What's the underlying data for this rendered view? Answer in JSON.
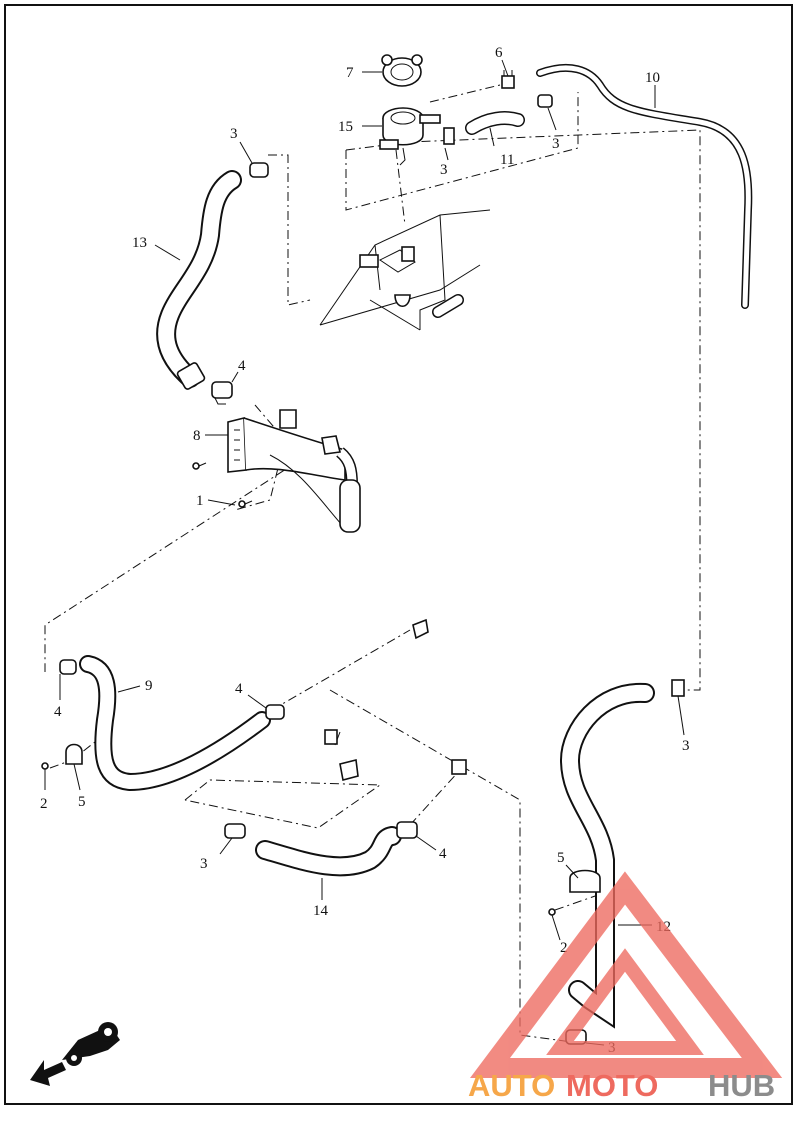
{
  "callouts": [
    {
      "id": "c7a",
      "text": "7"
    },
    {
      "id": "c6a",
      "text": "6"
    },
    {
      "id": "c10a",
      "text": "10"
    },
    {
      "id": "c15a",
      "text": "15"
    },
    {
      "id": "c3a",
      "text": "3"
    },
    {
      "id": "c3b",
      "text": "3"
    },
    {
      "id": "c11a",
      "text": "11"
    },
    {
      "id": "c3c",
      "text": "3"
    },
    {
      "id": "c13a",
      "text": "13"
    },
    {
      "id": "c4a",
      "text": "4"
    },
    {
      "id": "c8a",
      "text": "8"
    },
    {
      "id": "c1a",
      "text": "1"
    },
    {
      "id": "c9a",
      "text": "9"
    },
    {
      "id": "c4b",
      "text": "4"
    },
    {
      "id": "c4c",
      "text": "4"
    },
    {
      "id": "c2a",
      "text": "2"
    },
    {
      "id": "c5a",
      "text": "5"
    },
    {
      "id": "c3d",
      "text": "3"
    },
    {
      "id": "c3e",
      "text": "3"
    },
    {
      "id": "c14a",
      "text": "14"
    },
    {
      "id": "c4d",
      "text": "4"
    },
    {
      "id": "c5b",
      "text": "5"
    },
    {
      "id": "c2b",
      "text": "2"
    },
    {
      "id": "c12a",
      "text": "12"
    },
    {
      "id": "c3f",
      "text": "3"
    }
  ],
  "watermark": {
    "part1": "AUTO",
    "part2": "MOTO",
    "part3": "HUB",
    "color_red": "#ee6a5f",
    "color_orange": "#f6a74a",
    "color_gray": "#8c8c8c"
  },
  "icons": {
    "front_indicator": "motorcycle-front-arrow-icon"
  }
}
